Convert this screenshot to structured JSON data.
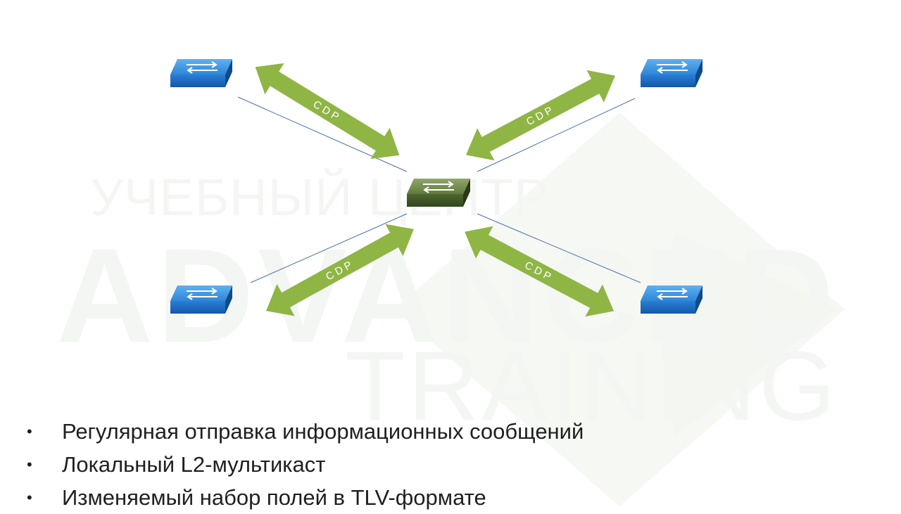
{
  "watermark": {
    "line1": "УЧЕБНЫЙ ЦЕНТР",
    "line2": "ADVANCED",
    "line3": "TRAINING"
  },
  "diagram": {
    "center_switch": {
      "color": "olive-green",
      "icon": "switch-icon"
    },
    "edge_switches": [
      {
        "position": "top-left",
        "icon": "switch-icon",
        "color": "#2a7ed6"
      },
      {
        "position": "top-right",
        "icon": "switch-icon",
        "color": "#2a7ed6"
      },
      {
        "position": "bottom-left",
        "icon": "switch-icon",
        "color": "#2a7ed6"
      },
      {
        "position": "bottom-right",
        "icon": "switch-icon",
        "color": "#2a7ed6"
      }
    ],
    "links": [
      {
        "label": "CDP"
      },
      {
        "label": "CDP"
      },
      {
        "label": "CDP"
      },
      {
        "label": "CDP"
      }
    ],
    "arrow_color": "#8fb545",
    "link_line_color": "#4a6fa5"
  },
  "bullets": [
    "Регулярная отправка информационных сообщений",
    "Локальный L2-мультикаст",
    "Изменяемый набор полей в TLV-формате"
  ]
}
